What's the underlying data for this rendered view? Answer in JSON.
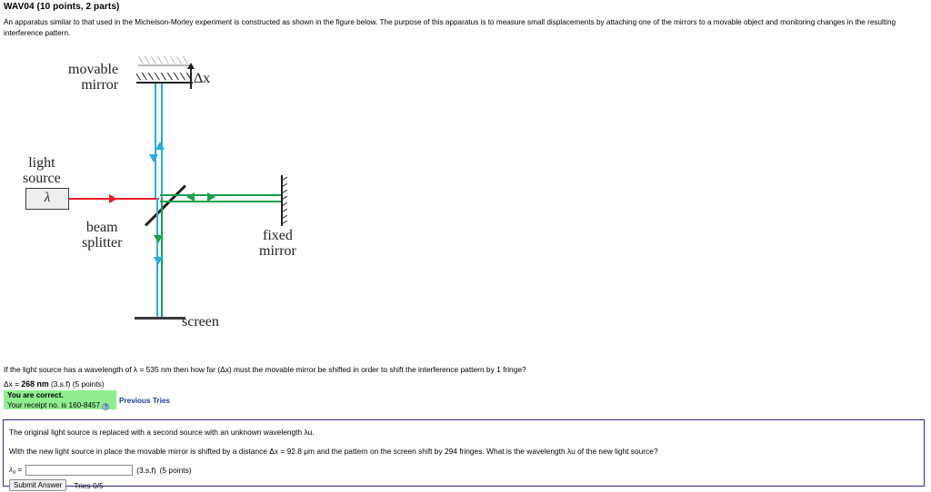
{
  "problem": {
    "title": "WAV04 (10 points, 2 parts)",
    "intro": "An apparatus similar to that used in the Michelson-Morley experiment is constructed as shown in the figure below. The purpose of this apparatus is to measure small displacements by attaching one of the mirrors to a movable object and monitoring changes in the resulting interference pattern."
  },
  "figure": {
    "labels": {
      "movable_mirror": "movable\nmirror",
      "movable_mirror_line1": "movable",
      "movable_mirror_line2": "mirror",
      "light_source_line1": "light",
      "light_source_line2": "source",
      "beam_splitter_line1": "beam",
      "beam_splitter_line2": "splitter",
      "fixed_mirror_line1": "fixed",
      "fixed_mirror_line2": "mirror",
      "screen": "screen",
      "displacement": "Δx",
      "source_symbol": "λ"
    },
    "colors": {
      "source_beam": "#ed1c24",
      "movable_arm_beam": "#29abe2",
      "fixed_arm_beam": "#17a04b",
      "optics": "#231f20",
      "ghost_mirror": "#b9b9b9"
    }
  },
  "part1": {
    "question": "If the light source has a wavelength of λ = 535 nm then how far (Δx) must the movable mirror be shifted in order to shift the interference pattern by 1 fringe?",
    "answer_label": "Δx =",
    "answer_value": "268 nm",
    "answer_precision": "(3.s.f)",
    "answer_points": "(5 points)",
    "status_title": "You are correct.",
    "receipt_text": "Your receipt no. is 160-8457",
    "help_icon": "?",
    "previous_tries_label": "Previous Tries"
  },
  "part2": {
    "line1": "The original light source is replaced with a second source with an unknown wavelength λu.",
    "line2": "With the new light source in place the movable mirror is shifted by a distance Δx = 92.8 μm and the pattern on the screen shift by 294 fringes. What is the wavelength λu of the new light source?",
    "answer_label_main": "λ",
    "answer_label_sub": "u",
    "answer_label_eq": "=",
    "answer_value": "",
    "answer_placeholder": "",
    "answer_precision": "(3.s.f)",
    "answer_points": "(5 points)",
    "submit_label": "Submit Answer",
    "tries_label": "Tries 0/5"
  }
}
